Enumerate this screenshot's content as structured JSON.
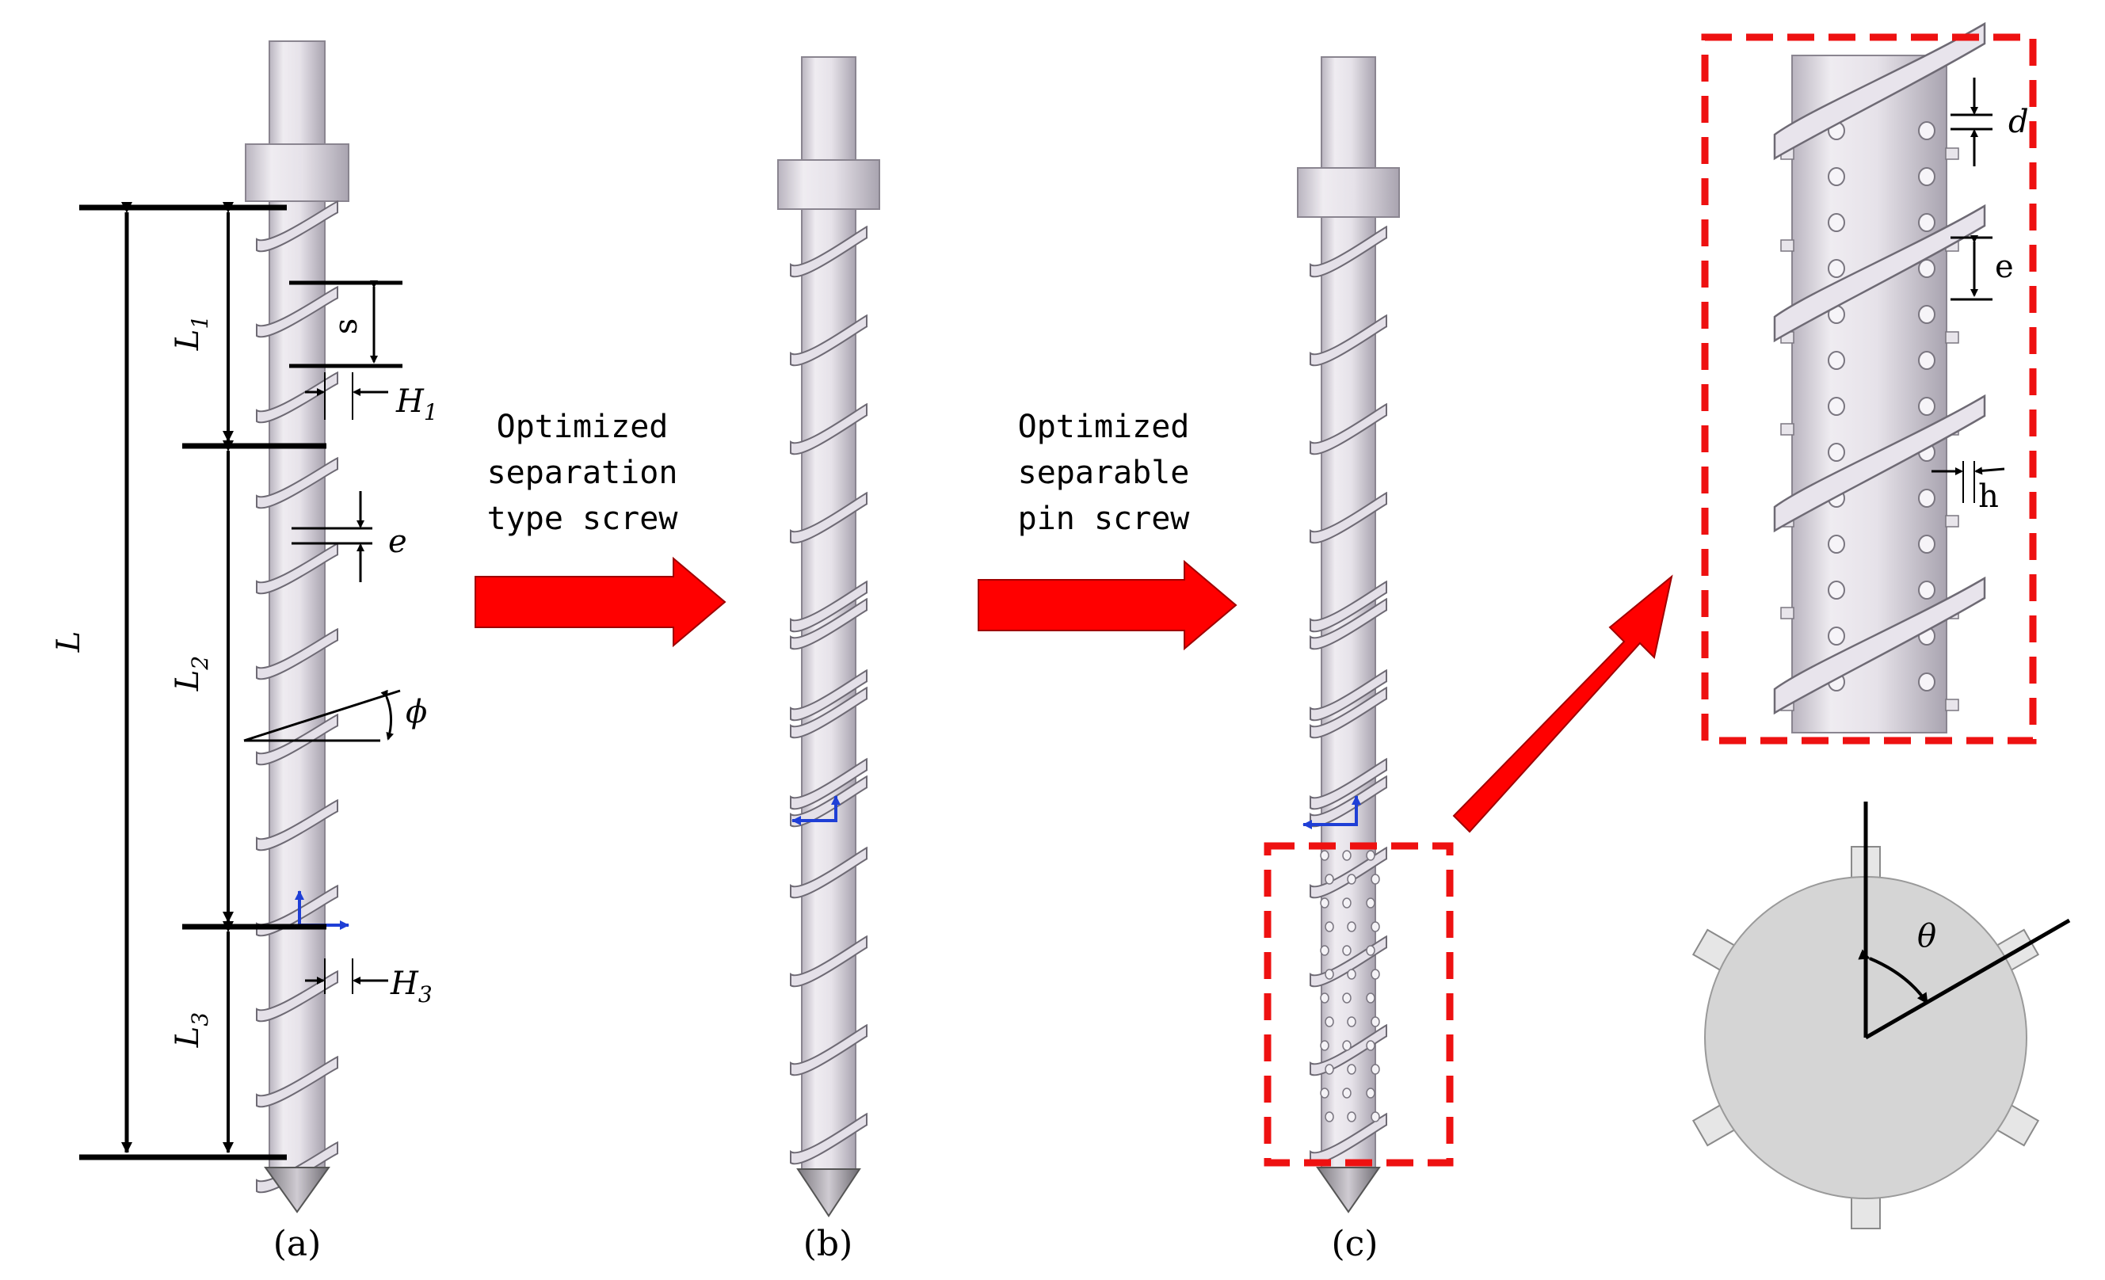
{
  "panels": {
    "a": {
      "caption": "(a)"
    },
    "b": {
      "caption": "(b)"
    },
    "c": {
      "caption": "(c)"
    }
  },
  "labels": {
    "L": "L",
    "L1": "L",
    "L1_sub": "1",
    "L2": "L",
    "L2_sub": "2",
    "L3": "L",
    "L3_sub": "3",
    "s": "s",
    "H1": "H",
    "H1_sub": "1",
    "e": "e",
    "phi": "ϕ",
    "H3": "H",
    "H3_sub": "3",
    "d": "d",
    "e_detail": "e",
    "h": "h",
    "theta": "θ"
  },
  "arrows": {
    "first": [
      "Optimized",
      "separation",
      "type screw"
    ],
    "second": [
      "Optimized",
      "separable",
      "pin screw"
    ]
  },
  "colors": {
    "shaft": "#e3dfe6",
    "flight": "#d8d3dc",
    "arrow_red": "#ff0000",
    "highlight_red": "#ee1111",
    "axis_blue": "#1f3fd6",
    "cross_section": "#d5d5d5"
  }
}
